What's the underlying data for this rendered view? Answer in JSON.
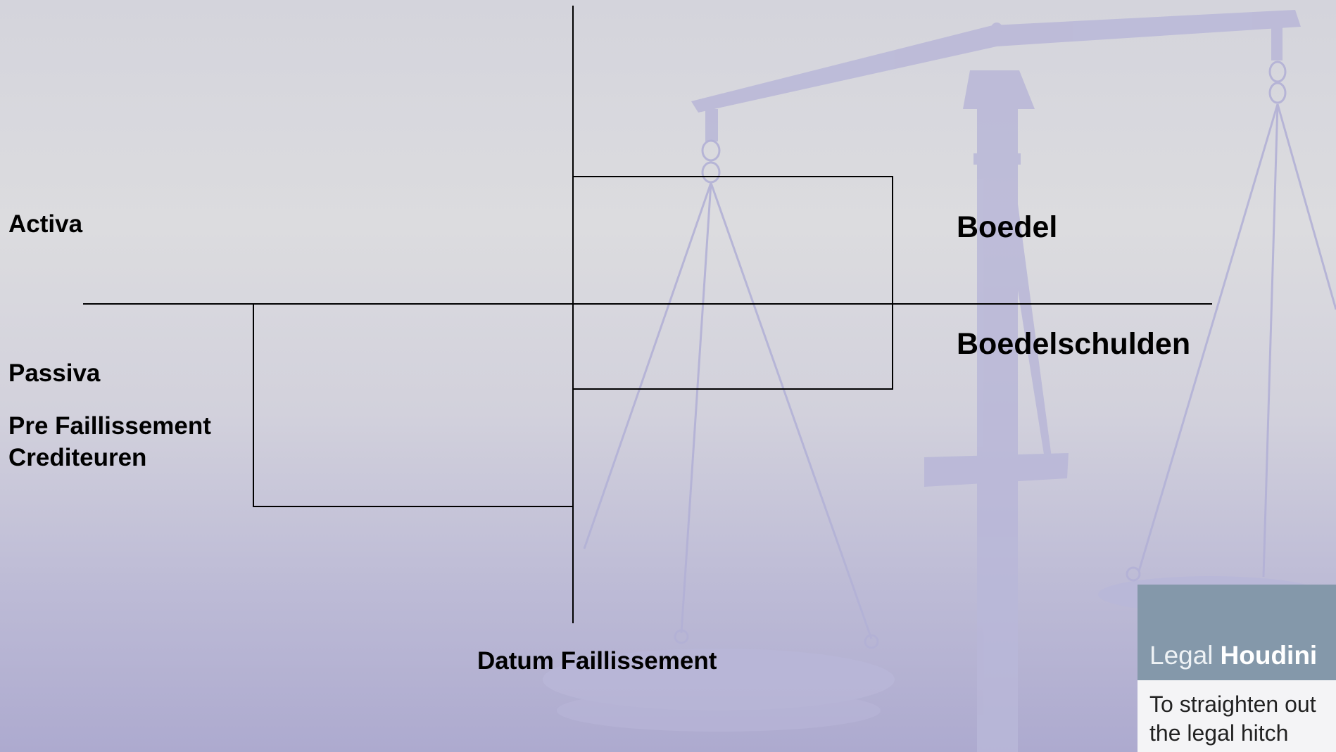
{
  "diagram": {
    "labels": {
      "activa": "Activa",
      "passiva": "Passiva",
      "pre_faillissement_line1": "Pre Faillissement",
      "pre_faillissement_line2": "Crediteuren",
      "boedel": "Boedel",
      "boedelschulden": "Boedelschulden",
      "datum_faillissement": "Datum Faillissement"
    }
  },
  "logo": {
    "brand_word1": "Legal",
    "brand_word2": "Houdini",
    "tagline_line1": "To straighten out",
    "tagline_line2": "the legal hitch",
    "colors": {
      "top": "#8498aa",
      "bottom": "#f4f4f6"
    }
  },
  "background": {
    "image": "scales-of-justice",
    "accent_color": "#b3b1d6"
  }
}
